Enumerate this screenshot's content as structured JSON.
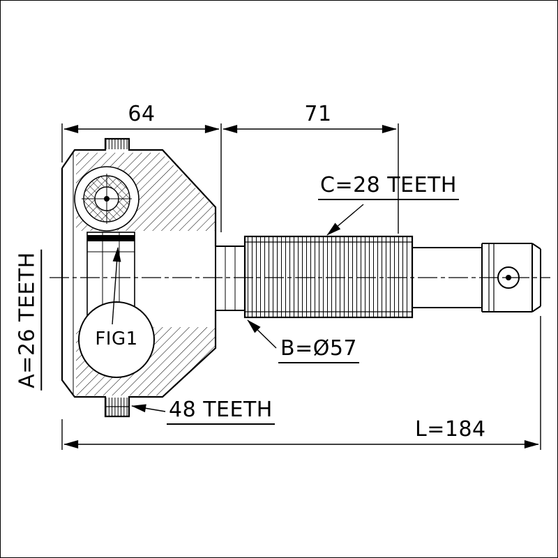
{
  "figure": {
    "dim_64": "64",
    "dim_71": "71",
    "label_c": "C=28 TEETH",
    "label_a": "A=26 TEETH",
    "fig_label": "FIG1",
    "label_b": "B=Ø57",
    "label_48": "48 TEETH",
    "dim_length": "L=184"
  },
  "colors": {
    "line": "#000000",
    "background": "#ffffff"
  }
}
